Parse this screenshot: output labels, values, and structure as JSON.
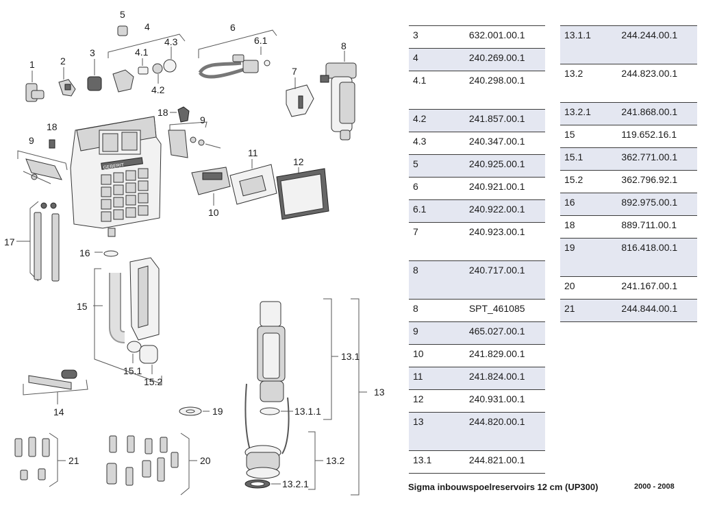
{
  "diagram": {
    "labels": {
      "c1": "1",
      "c2": "2",
      "c3": "3",
      "c4": "4",
      "c4_1": "4.1",
      "c4_2": "4.2",
      "c4_3": "4.3",
      "c5": "5",
      "c6": "6",
      "c6_1": "6.1",
      "c7": "7",
      "c8": "8",
      "c9a": "9",
      "c9b": "9",
      "c10": "10",
      "c11": "11",
      "c12": "12",
      "c13": "13",
      "c13_1": "13.1",
      "c13_1_1": "13.1.1",
      "c13_2": "13.2",
      "c13_2_1": "13.2.1",
      "c14": "14",
      "c15": "15",
      "c15_1": "15.1",
      "c15_2": "15.2",
      "c16": "16",
      "c17": "17",
      "c18a": "18",
      "c18b": "18",
      "c19": "19",
      "c20": "20",
      "c21": "21",
      "logo": "GEBERIT"
    }
  },
  "parts_table_left": [
    {
      "pos": "3",
      "number": "632.001.00.1",
      "shaded": false
    },
    {
      "pos": "4",
      "number": "240.269.00.1",
      "shaded": true
    },
    {
      "pos": "4.1",
      "number": "240.298.00.1",
      "shaded": false,
      "tall": true
    },
    {
      "pos": "4.2",
      "number": "241.857.00.1",
      "shaded": true
    },
    {
      "pos": "4.3",
      "number": "240.347.00.1",
      "shaded": false
    },
    {
      "pos": "5",
      "number": "240.925.00.1",
      "shaded": true
    },
    {
      "pos": "6",
      "number": "240.921.00.1",
      "shaded": false
    },
    {
      "pos": "6.1",
      "number": "240.922.00.1",
      "shaded": true
    },
    {
      "pos": "7",
      "number": "240.923.00.1",
      "shaded": false,
      "tall": true
    },
    {
      "pos": "8",
      "number": "240.717.00.1",
      "shaded": true,
      "tall": true
    },
    {
      "pos": "8",
      "number": "SPT_461085",
      "shaded": false
    },
    {
      "pos": "9",
      "number": "465.027.00.1",
      "shaded": true
    },
    {
      "pos": "10",
      "number": "241.829.00.1",
      "shaded": false
    },
    {
      "pos": "11",
      "number": "241.824.00.1",
      "shaded": true
    },
    {
      "pos": "12",
      "number": "240.931.00.1",
      "shaded": false
    },
    {
      "pos": "13",
      "number": "244.820.00.1",
      "shaded": true,
      "tall": true
    },
    {
      "pos": "13.1",
      "number": "244.821.00.1",
      "shaded": false
    }
  ],
  "parts_table_right": [
    {
      "pos": "13.1.1",
      "number": "244.244.00.1",
      "shaded": true,
      "tall": true
    },
    {
      "pos": "13.2",
      "number": "244.823.00.1",
      "shaded": false,
      "tall": true
    },
    {
      "pos": "13.2.1",
      "number": "241.868.00.1",
      "shaded": true
    },
    {
      "pos": "15",
      "number": "119.652.16.1",
      "shaded": false
    },
    {
      "pos": "15.1",
      "number": "362.771.00.1",
      "shaded": true
    },
    {
      "pos": "15.2",
      "number": "362.796.92.1",
      "shaded": false
    },
    {
      "pos": "16",
      "number": "892.975.00.1",
      "shaded": true
    },
    {
      "pos": "18",
      "number": "889.711.00.1",
      "shaded": false
    },
    {
      "pos": "19",
      "number": "816.418.00.1",
      "shaded": true,
      "tall": true
    },
    {
      "pos": "20",
      "number": "241.167.00.1",
      "shaded": false
    },
    {
      "pos": "21",
      "number": "244.844.00.1",
      "shaded": true
    }
  ],
  "footer": {
    "title": "Sigma inbouwspoelreservoirs 12 cm (UP300)",
    "years": "2000 - 2008"
  }
}
